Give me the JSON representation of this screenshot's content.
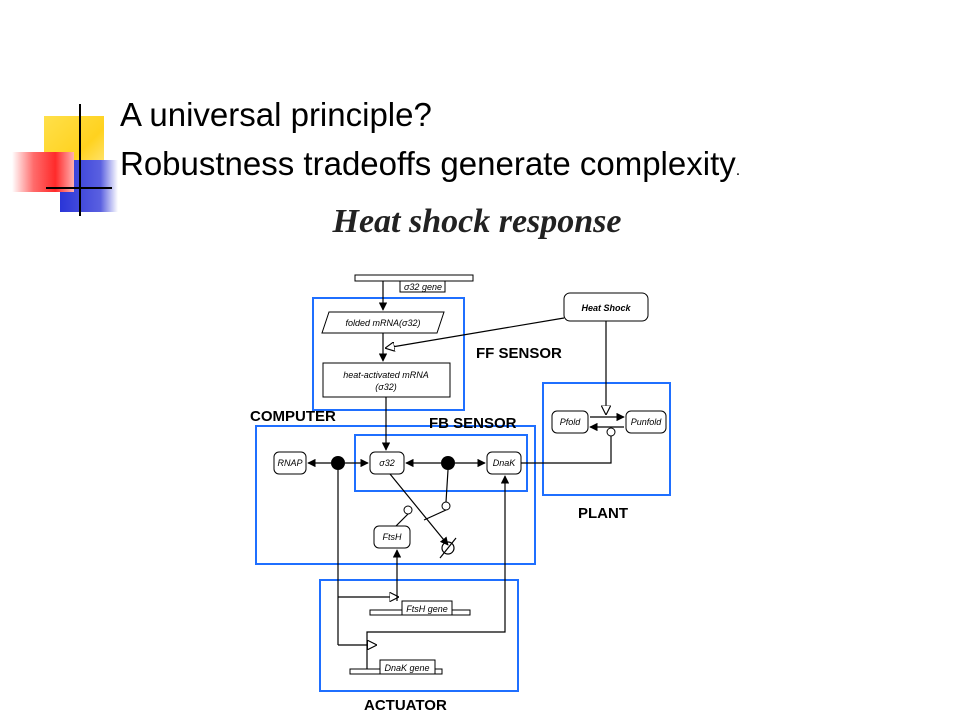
{
  "slide": {
    "title_line1": "A universal principle?",
    "title_line2": "Robustness tradeoffs generate complexity",
    "title_line2_suffix": ".",
    "subtitle": "Heat shock response"
  },
  "diagram": {
    "regions": {
      "ff_sensor": "FF SENSOR",
      "fb_sensor": "FB SENSOR",
      "computer": "COMPUTER",
      "plant": "PLANT",
      "actuator": "ACTUATOR"
    },
    "nodes": {
      "sigma32_gene": "σ32 gene",
      "folded_mrna": "folded mRNA(σ32)",
      "heat_activated_mrna_line1": "heat-activated mRNA",
      "heat_activated_mrna_line2": "(σ32)",
      "heat_shock": "Heat Shock",
      "pfold": "Pfold",
      "punfold": "Punfold",
      "rnap": "RNAP",
      "sigma32": "σ32",
      "dnak": "DnaK",
      "ftsh": "FtsH",
      "ftsh_gene": "FtsH gene",
      "dnak_gene": "DnaK gene"
    },
    "colors": {
      "region_border": "#1f6fff",
      "deco_yellow": "#ffd21f",
      "deco_red": "#ff2a2a",
      "deco_blue": "#2a35d8"
    }
  }
}
